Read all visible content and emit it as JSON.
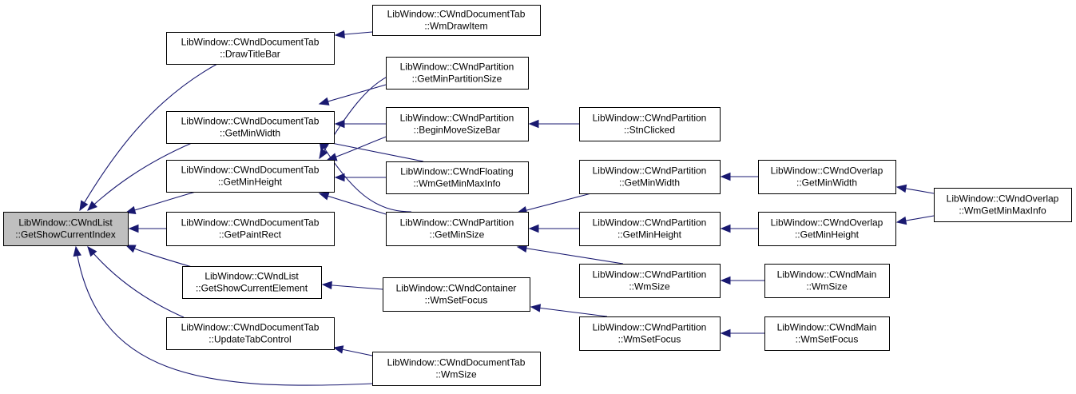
{
  "diagram": {
    "colors": {
      "edge": "#191970",
      "focus_fill": "#bfbfbf",
      "node_fill": "#ffffff",
      "border": "#000000"
    },
    "nodes": [
      {
        "id": "n0",
        "lines": [
          "LibWindow::CWndList",
          "::GetShowCurrentIndex"
        ],
        "focus": true
      },
      {
        "id": "n1",
        "lines": [
          "LibWindow::CWndDocumentTab",
          "::DrawTitleBar"
        ]
      },
      {
        "id": "n2",
        "lines": [
          "LibWindow::CWndDocumentTab",
          "::GetMinWidth"
        ]
      },
      {
        "id": "n3",
        "lines": [
          "LibWindow::CWndDocumentTab",
          "::GetMinHeight"
        ]
      },
      {
        "id": "n4",
        "lines": [
          "LibWindow::CWndDocumentTab",
          "::GetPaintRect"
        ]
      },
      {
        "id": "n5",
        "lines": [
          "LibWindow::CWndList",
          "::GetShowCurrentElement"
        ]
      },
      {
        "id": "n6",
        "lines": [
          "LibWindow::CWndDocumentTab",
          "::UpdateTabControl"
        ]
      },
      {
        "id": "n7",
        "lines": [
          "LibWindow::CWndDocumentTab",
          "::WmDrawItem"
        ]
      },
      {
        "id": "n8",
        "lines": [
          "LibWindow::CWndPartition",
          "::GetMinPartitionSize"
        ]
      },
      {
        "id": "n9",
        "lines": [
          "LibWindow::CWndPartition",
          "::BeginMoveSizeBar"
        ]
      },
      {
        "id": "n10",
        "lines": [
          "LibWindow::CWndFloating",
          "::WmGetMinMaxInfo"
        ]
      },
      {
        "id": "n11",
        "lines": [
          "LibWindow::CWndPartition",
          "::GetMinSize"
        ]
      },
      {
        "id": "n12",
        "lines": [
          "LibWindow::CWndContainer",
          "::WmSetFocus"
        ]
      },
      {
        "id": "n13",
        "lines": [
          "LibWindow::CWndDocumentTab",
          "::WmSize"
        ]
      },
      {
        "id": "n14",
        "lines": [
          "LibWindow::CWndPartition",
          "::StnClicked"
        ]
      },
      {
        "id": "n15",
        "lines": [
          "LibWindow::CWndPartition",
          "::GetMinWidth"
        ]
      },
      {
        "id": "n16",
        "lines": [
          "LibWindow::CWndPartition",
          "::GetMinHeight"
        ]
      },
      {
        "id": "n17",
        "lines": [
          "LibWindow::CWndPartition",
          "::WmSize"
        ]
      },
      {
        "id": "n18",
        "lines": [
          "LibWindow::CWndPartition",
          "::WmSetFocus"
        ]
      },
      {
        "id": "n19",
        "lines": [
          "LibWindow::CWndOverlap",
          "::GetMinWidth"
        ]
      },
      {
        "id": "n20",
        "lines": [
          "LibWindow::CWndOverlap",
          "::GetMinHeight"
        ]
      },
      {
        "id": "n21",
        "lines": [
          "LibWindow::CWndMain",
          "::WmSize"
        ]
      },
      {
        "id": "n22",
        "lines": [
          "LibWindow::CWndMain",
          "::WmSetFocus"
        ]
      },
      {
        "id": "n23",
        "lines": [
          "LibWindow::CWndOverlap",
          "::WmGetMinMaxInfo"
        ]
      }
    ],
    "edges": [
      {
        "from": "n1",
        "to": "n0"
      },
      {
        "from": "n2",
        "to": "n0"
      },
      {
        "from": "n3",
        "to": "n0"
      },
      {
        "from": "n4",
        "to": "n0"
      },
      {
        "from": "n5",
        "to": "n0"
      },
      {
        "from": "n6",
        "to": "n0"
      },
      {
        "from": "n13",
        "to": "n0"
      },
      {
        "from": "n7",
        "to": "n1"
      },
      {
        "from": "n8",
        "to": "n2"
      },
      {
        "from": "n9",
        "to": "n2"
      },
      {
        "from": "n10",
        "to": "n2"
      },
      {
        "from": "n11",
        "to": "n2"
      },
      {
        "from": "n8",
        "to": "n3"
      },
      {
        "from": "n9",
        "to": "n3"
      },
      {
        "from": "n10",
        "to": "n3"
      },
      {
        "from": "n11",
        "to": "n3"
      },
      {
        "from": "n12",
        "to": "n5"
      },
      {
        "from": "n13",
        "to": "n6"
      },
      {
        "from": "n14",
        "to": "n9"
      },
      {
        "from": "n15",
        "to": "n11"
      },
      {
        "from": "n16",
        "to": "n11"
      },
      {
        "from": "n17",
        "to": "n11"
      },
      {
        "from": "n18",
        "to": "n12"
      },
      {
        "from": "n19",
        "to": "n15"
      },
      {
        "from": "n20",
        "to": "n16"
      },
      {
        "from": "n21",
        "to": "n17"
      },
      {
        "from": "n22",
        "to": "n18"
      },
      {
        "from": "n23",
        "to": "n19"
      },
      {
        "from": "n23",
        "to": "n20"
      }
    ]
  }
}
